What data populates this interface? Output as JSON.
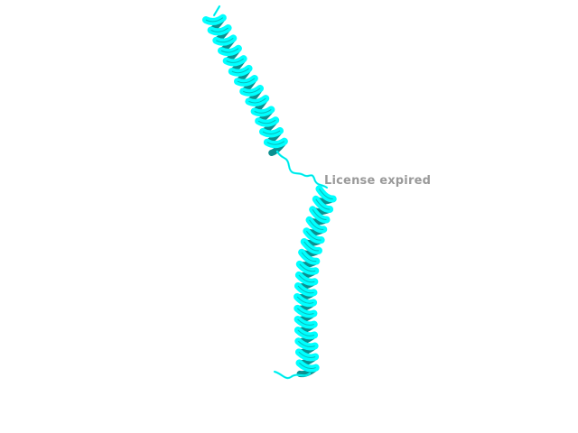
{
  "viewer": {
    "watermark_text": "License expired"
  },
  "molecule": {
    "representation": "cartoon",
    "color": "#00ffff",
    "shadow_color": "#0b8f8f",
    "segments": [
      "helix",
      "loop",
      "helix",
      "loop"
    ]
  }
}
